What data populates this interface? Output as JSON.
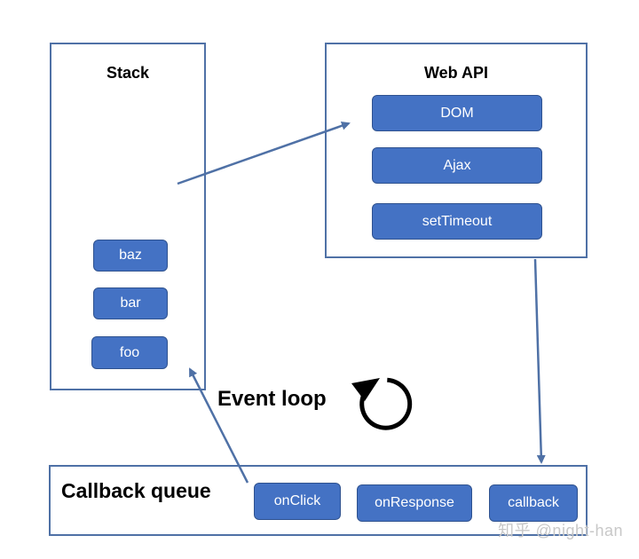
{
  "stack": {
    "title": "Stack",
    "frames": [
      "baz",
      "bar",
      "foo"
    ]
  },
  "web_api": {
    "title": "Web API",
    "apis": [
      "DOM",
      "Ajax",
      "setTimeout"
    ]
  },
  "event_loop": {
    "label": "Event loop",
    "icon": "refresh-icon"
  },
  "callback_queue": {
    "title": "Callback queue",
    "items": [
      "onClick",
      "onResponse",
      "callback"
    ]
  },
  "watermark": "知乎 @night-han",
  "colors": {
    "block_fill": "#4472c4",
    "block_border": "#2f528f",
    "panel_border": "#4f71a6",
    "arrow": "#4f71a6"
  }
}
